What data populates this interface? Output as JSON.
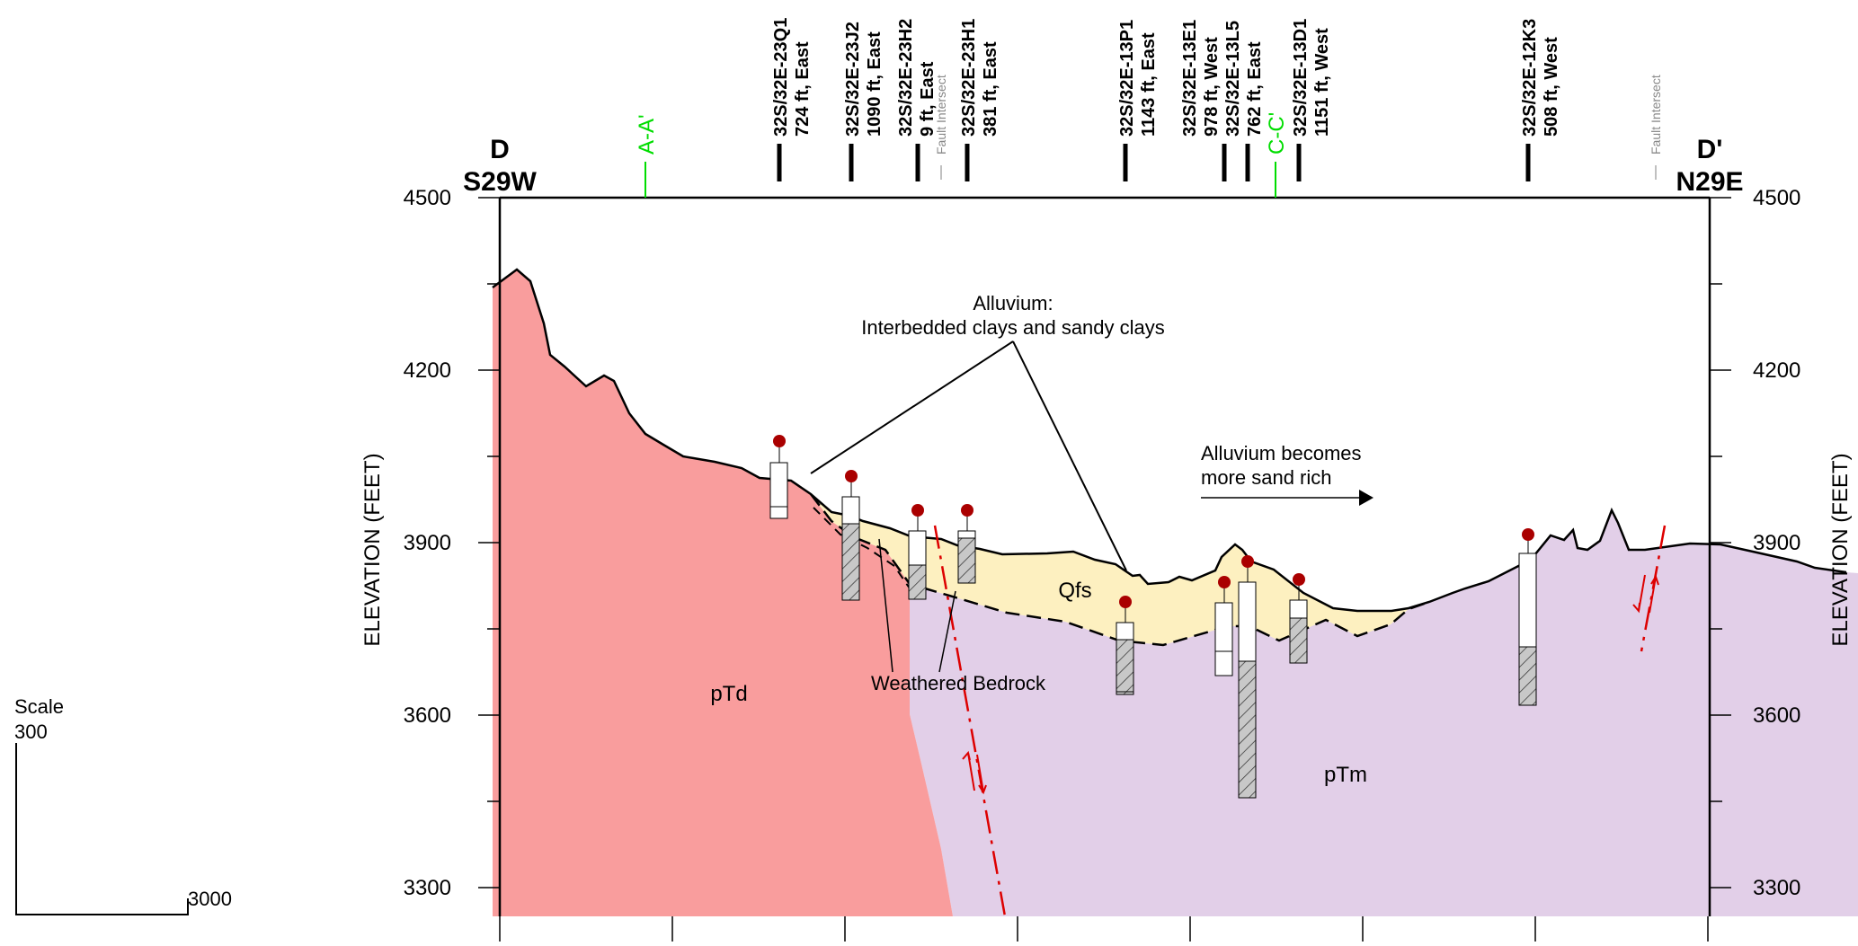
{
  "section": {
    "left_end": {
      "letter": "D",
      "azimuth": "S29W"
    },
    "right_end": {
      "letter": "D'",
      "azimuth": "N29E"
    }
  },
  "axis": {
    "ylabel": "ELEVATION (FEET)",
    "ticks": [
      "4500",
      "4200",
      "3900",
      "3600",
      "3300"
    ],
    "ylim": [
      3250,
      4500
    ]
  },
  "scale_bar": {
    "title": "Scale",
    "vertical": "300",
    "horizontal": "3000"
  },
  "crossings": [
    {
      "label": "A-A'",
      "color": "#00dd00"
    },
    {
      "label": "C-C'",
      "color": "#00dd00"
    }
  ],
  "fault_intersects": [
    "Fault Intersect",
    "Fault Intersect"
  ],
  "wells": [
    {
      "id": "32S/32E-23Q1",
      "offset": "724 ft, East"
    },
    {
      "id": "32S/32E-23J2",
      "offset": "1090 ft, East"
    },
    {
      "id": "32S/32E-23H2",
      "offset": "9 ft, East"
    },
    {
      "id": "32S/32E-23H1",
      "offset": "381 ft, East"
    },
    {
      "id": "32S/32E-13P1",
      "offset": "1143 ft, East"
    },
    {
      "id": "32S/32E-13E1",
      "offset": "978 ft, West"
    },
    {
      "id": "32S/32E-13L5",
      "offset": "762 ft, East"
    },
    {
      "id": "32S/32E-13D1",
      "offset": "1151 ft, West"
    },
    {
      "id": "32S/32E-12K3",
      "offset": "508 ft, West"
    }
  ],
  "annotations": {
    "alluvium_line1": "Alluvium:",
    "alluvium_line2": "Interbedded clays and sandy clays",
    "sand_line1": "Alluvium becomes",
    "sand_line2": "more sand rich",
    "weathered": "Weathered Bedrock"
  },
  "units": {
    "qfs": {
      "label": "Qfs",
      "color": "#fdf0c0"
    },
    "ptd": {
      "label": "pTd",
      "color": "#f99d9d"
    },
    "ptm": {
      "label": "pTm",
      "color": "#e2cfe8"
    }
  },
  "colors": {
    "fault": "#dd0000",
    "water_level": "#aa0000",
    "frame": "#000000"
  }
}
